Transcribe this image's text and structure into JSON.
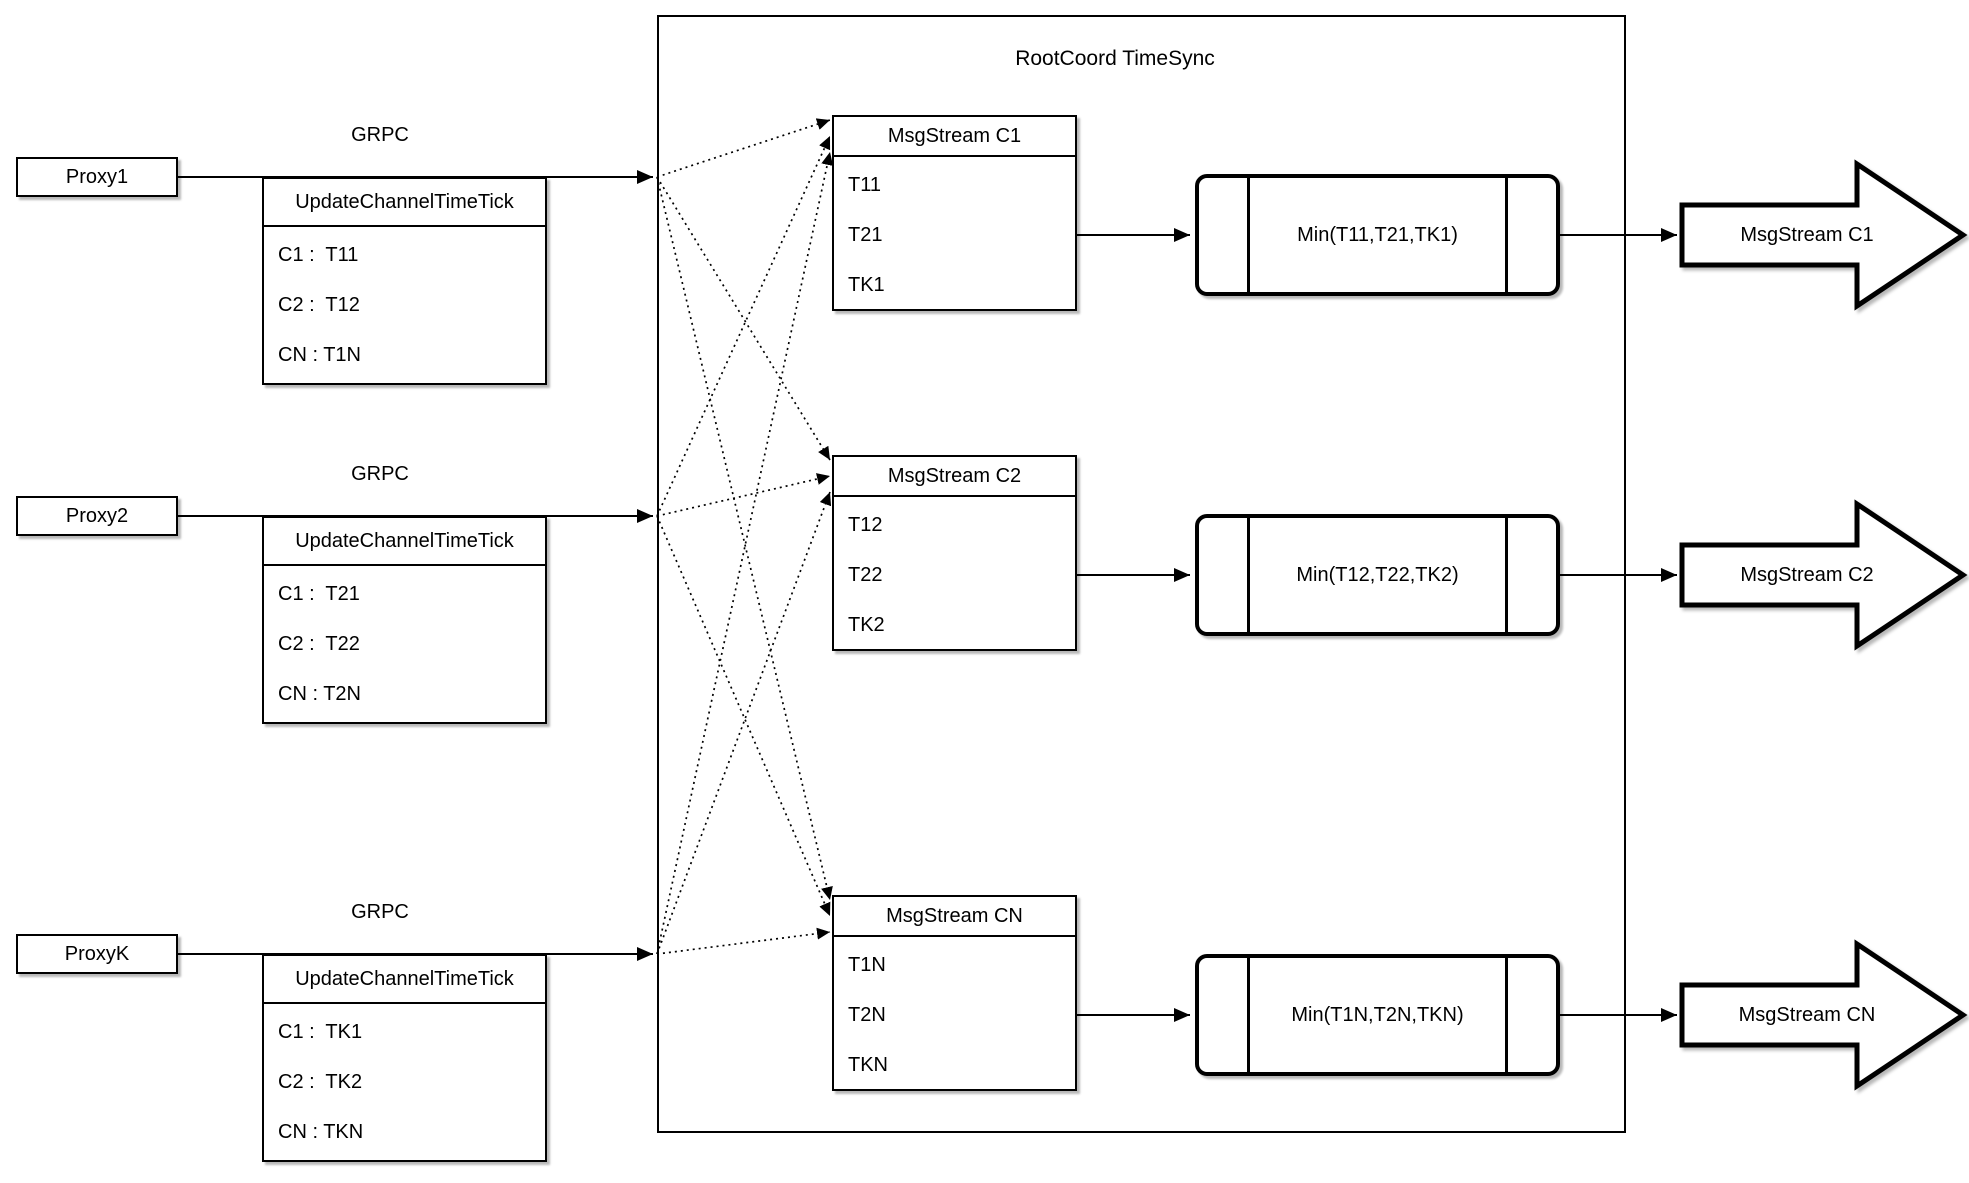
{
  "diagram": {
    "title": "RootCoord TimeSync",
    "grpc_label": "GRPC",
    "colors": {
      "stroke": "#000000",
      "background": "#ffffff"
    },
    "proxies": [
      {
        "name": "Proxy1",
        "table_header": "UpdateChannelTimeTick",
        "rows": [
          "C1 :  T11",
          "C2 :  T12",
          "CN : T1N"
        ]
      },
      {
        "name": "Proxy2",
        "table_header": "UpdateChannelTimeTick",
        "rows": [
          "C1 :  T21",
          "C2 :  T22",
          "CN : T2N"
        ]
      },
      {
        "name": "ProxyK",
        "table_header": "UpdateChannelTimeTick",
        "rows": [
          "C1 :  TK1",
          "C2 :  TK2",
          "CN : TKN"
        ]
      }
    ],
    "streams": [
      {
        "header": "MsgStream C1",
        "rows": [
          "T11",
          "T21",
          "TK1"
        ],
        "min_label": "Min(T11,T21,TK1)",
        "out_label": "MsgStream C1"
      },
      {
        "header": "MsgStream C2",
        "rows": [
          "T12",
          "T22",
          "TK2"
        ],
        "min_label": "Min(T12,T22,TK2)",
        "out_label": "MsgStream C2"
      },
      {
        "header": "MsgStream CN",
        "rows": [
          "T1N",
          "T2N",
          "TKN"
        ],
        "min_label": "Min(T1N,T2N,TKN)",
        "out_label": "MsgStream CN"
      }
    ]
  }
}
